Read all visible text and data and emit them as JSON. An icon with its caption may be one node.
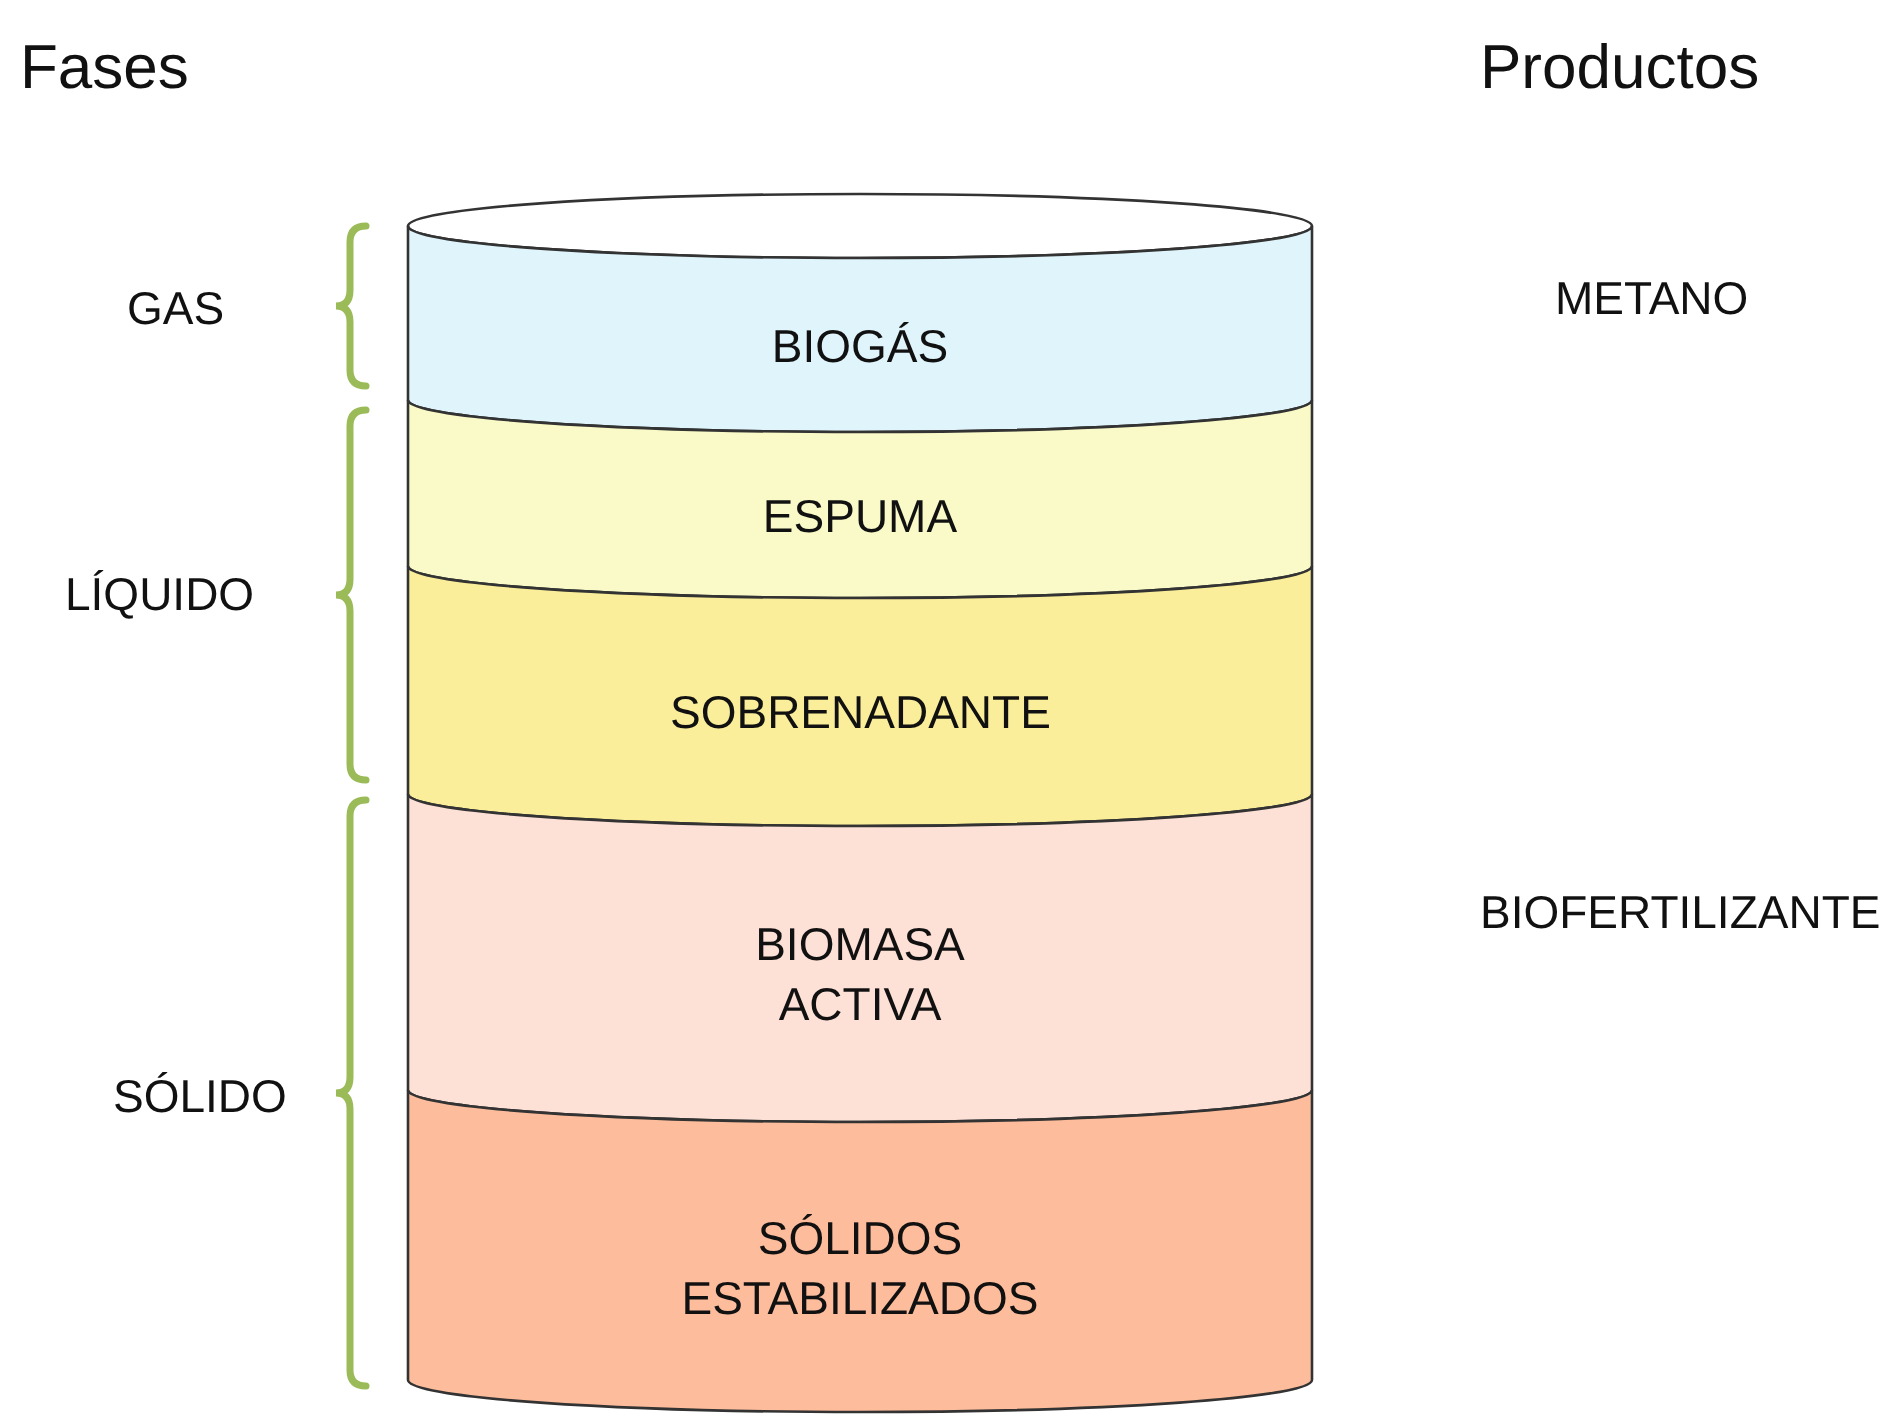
{
  "diagram": {
    "nodes": [
      {
        "text": [],
        "shape": "ellipse"
      },
      {
        "text": [
          "BIOGÁS"
        ]
      },
      {
        "text": [
          "ESPUMA"
        ]
      },
      {
        "text": [
          "SOBRENADANTE"
        ]
      },
      {
        "text": [
          "BIOMASA ACTIVA"
        ]
      },
      {
        "text": [
          "SÓLIDOS ESTABILIZADOS"
        ]
      }
    ],
    "edges": [],
    "labels": [
      "Fases",
      "Productos",
      "GAS",
      "METANO",
      "LÍQUIDO",
      "BIOFERTILIZANTE",
      "SÓLIDO"
    ]
  }
}
